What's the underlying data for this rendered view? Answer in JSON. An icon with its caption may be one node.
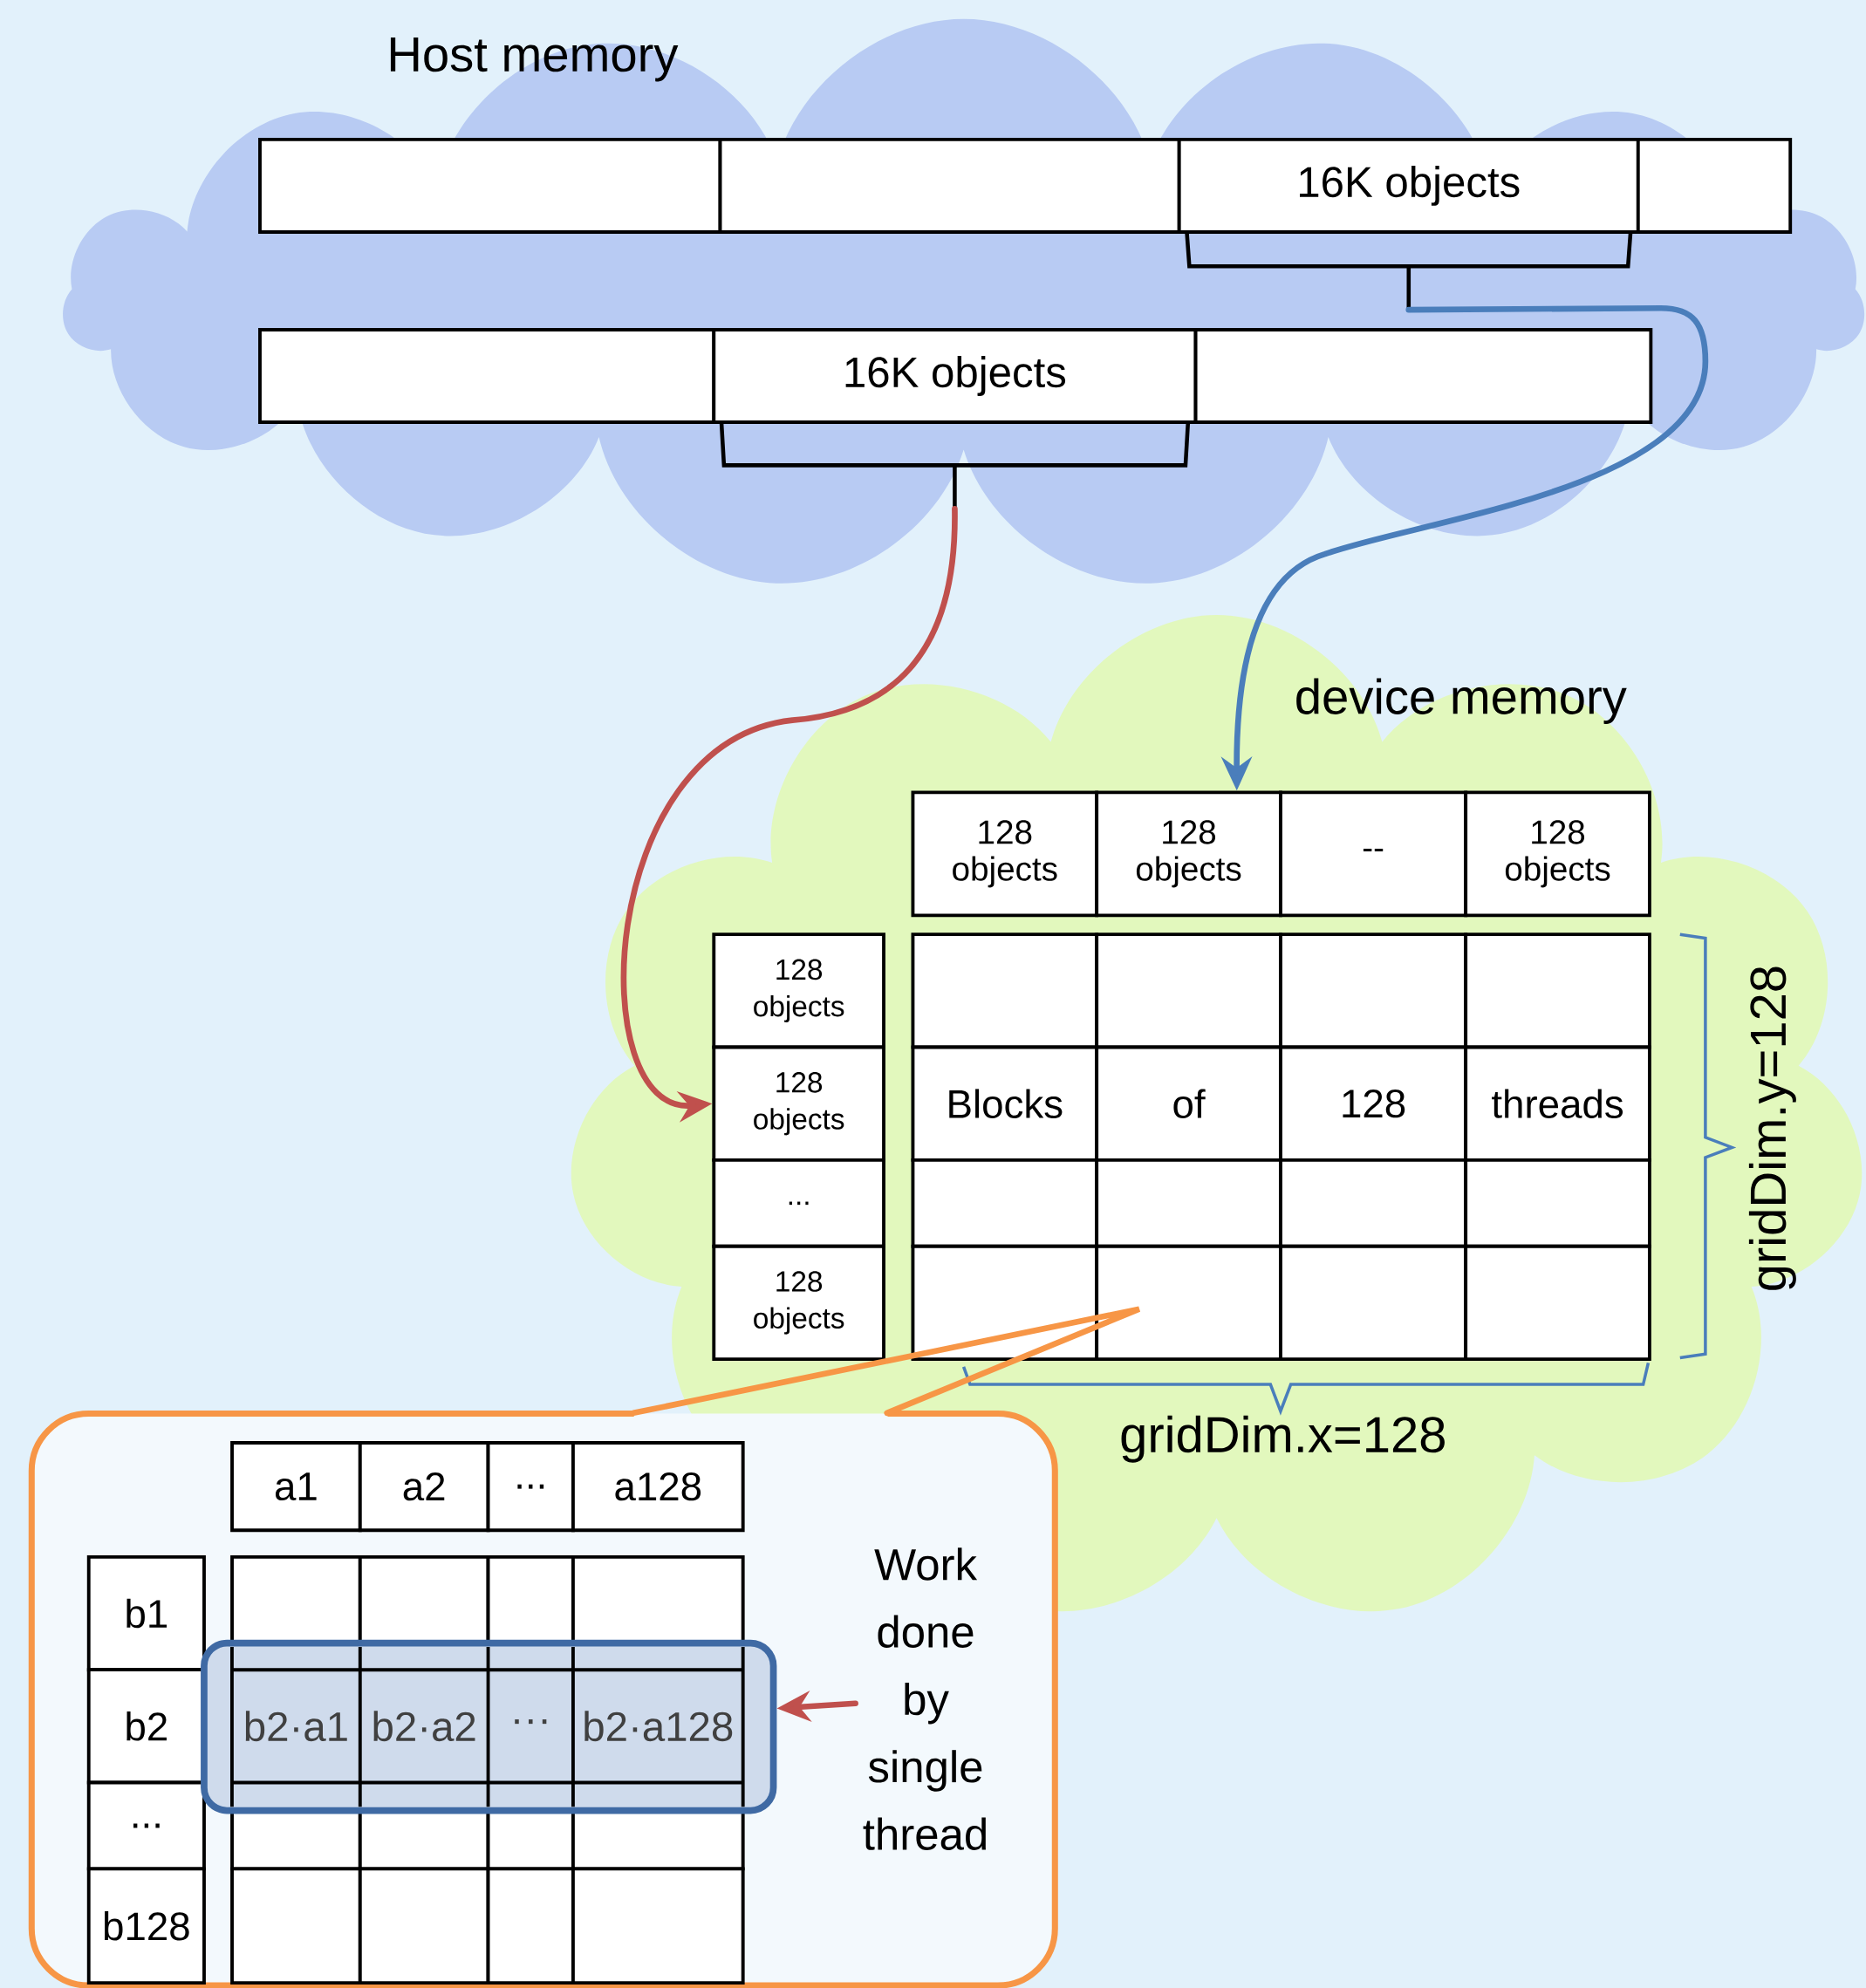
{
  "diagram": {
    "nodes": [
      {
        "text": [
          "Host memory"
        ]
      },
      {
        "text": [],
        "shape": "box",
        "in": 0
      },
      {
        "text": [],
        "shape": "box",
        "in": 0
      },
      {
        "text": [
          "16K objects"
        ],
        "in": 0
      },
      {
        "text": [],
        "shape": "box",
        "in": 0
      },
      {
        "text": [],
        "shape": "box",
        "in": 0
      },
      {
        "text": [
          "16K objects"
        ],
        "in": 0
      },
      {
        "text": [],
        "shape": "box",
        "in": 0
      },
      {
        "text": [
          "device memory"
        ]
      },
      {
        "text": [
          "128 objects"
        ],
        "in": 8
      },
      {
        "text": [
          "128 objects"
        ],
        "in": 8
      },
      {
        "text": [
          "--"
        ],
        "in": 8
      },
      {
        "text": [
          "128 objects"
        ],
        "in": 8
      },
      {
        "text": [
          "128 objects"
        ],
        "in": 8
      },
      {
        "text": [
          "128 objects"
        ],
        "in": 8
      },
      {
        "text": [
          "..."
        ],
        "in": 8
      },
      {
        "text": [
          "128 objects"
        ],
        "in": 8
      },
      {
        "text": [],
        "shape": "box",
        "in": 8
      },
      {
        "text": [],
        "shape": "box"
      },
      {
        "text": [
          "b2·a1",
          "b2·a2",
          "···",
          "b2·a128"
        ],
        "in": 18
      },
      {
        "text": [
          "Work done by single thread"
        ],
        "in": 18
      }
    ],
    "edges": [
      {
        "from": 3,
        "to": 10,
        "arrow": "to",
        "color": "#4a7ebb"
      },
      {
        "from": 6,
        "to": 14,
        "arrow": "to",
        "color": "#c0504d"
      },
      {
        "from": 18,
        "to": 17,
        "arrow": "none",
        "color": "#f79646"
      },
      {
        "from": 20,
        "to": 19,
        "arrow": "to",
        "color": "#c0504d"
      }
    ],
    "labels": [
      "Blocks",
      "of",
      "128",
      "threads",
      "gridDim.y=128",
      "gridDim.x=128",
      "a1",
      "a2",
      "...",
      "a128",
      "b1",
      "b2",
      "...",
      "b128"
    ]
  }
}
